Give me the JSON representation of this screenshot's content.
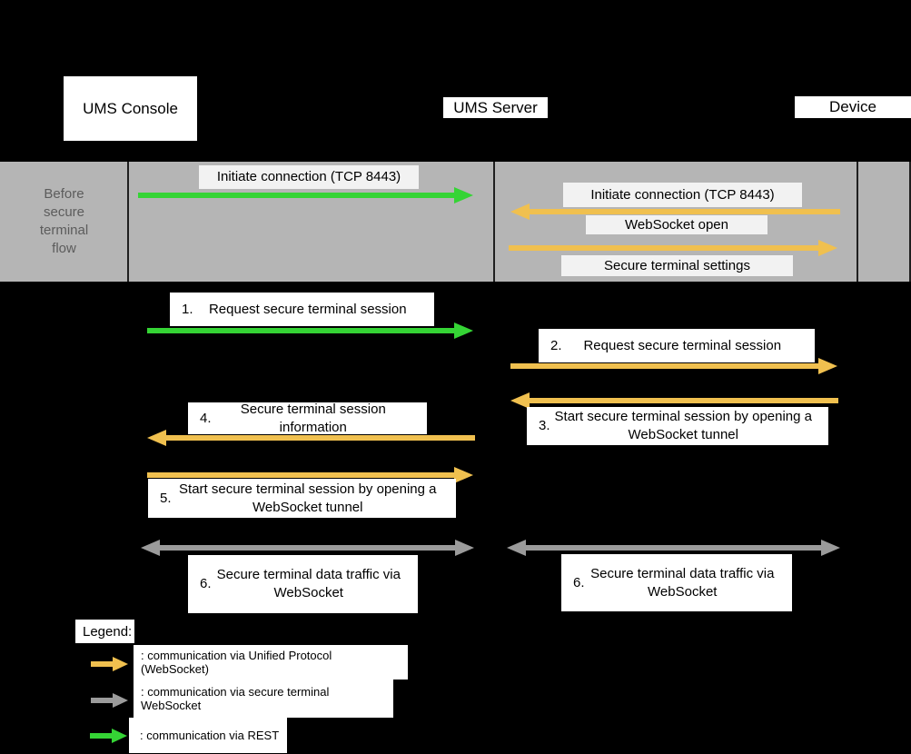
{
  "actors": [
    {
      "label": "UMS Console"
    },
    {
      "label": "UMS Server"
    },
    {
      "label": "Device"
    }
  ],
  "phase_band": {
    "label_lines": [
      "Before",
      "secure",
      "terminal",
      "flow"
    ],
    "label": "Before secure terminal flow",
    "messages": [
      {
        "text": "Initiate connection (TCP 8443)",
        "arrow": "green",
        "direction": "right",
        "from": "UMS Console",
        "to": "UMS Server"
      },
      {
        "text": "Initiate connection (TCP 8443)",
        "arrow": "orange",
        "direction": "left",
        "from": "Device",
        "to": "UMS Server"
      },
      {
        "text": "WebSocket open",
        "arrow": "orange",
        "direction": "right",
        "from": "UMS Server",
        "to": "Device"
      },
      {
        "text": "Secure terminal settings",
        "arrow": "orange",
        "direction": "right",
        "from": "UMS Server",
        "to": "Device"
      }
    ]
  },
  "steps": [
    {
      "num": "1.",
      "text": "Request secure terminal session",
      "arrow": "green",
      "direction": "right",
      "from": "UMS Console",
      "to": "UMS Server"
    },
    {
      "num": "2.",
      "text": "Request secure terminal session",
      "arrow": "orange",
      "direction": "right",
      "from": "UMS Server",
      "to": "Device"
    },
    {
      "num": "3.",
      "text": "Start secure terminal session by opening a WebSocket tunnel",
      "arrow": "orange",
      "direction": "left",
      "from": "Device",
      "to": "UMS Server"
    },
    {
      "num": "4.",
      "text": "Secure terminal session information",
      "arrow": "orange",
      "direction": "left",
      "from": "UMS Server",
      "to": "UMS Console"
    },
    {
      "num": "5.",
      "text": "Start secure terminal session by opening a WebSocket tunnel",
      "arrow": "orange",
      "direction": "right",
      "from": "UMS Console",
      "to": "UMS Server"
    },
    {
      "num": "6.",
      "text": "Secure terminal data traffic via WebSocket",
      "arrow": "gray",
      "direction": "both",
      "from": "UMS Console",
      "to": "UMS Server"
    },
    {
      "num": "6.",
      "text": "Secure terminal data traffic via WebSocket",
      "arrow": "gray",
      "direction": "both",
      "from": "UMS Server",
      "to": "Device"
    }
  ],
  "legend": {
    "title": "Legend:",
    "items": [
      {
        "text": ": communication via Unified Protocol (WebSocket)",
        "arrow": "orange"
      },
      {
        "text": ": communication via secure terminal WebSocket",
        "arrow": "gray"
      },
      {
        "text": ": communication via REST",
        "arrow": "green"
      }
    ]
  },
  "colors": {
    "rest_green": "#35d435",
    "unified_protocol_orange": "#f0c04f",
    "secure_terminal_gray": "#9b9b9b",
    "band_background": "#b5b5b5"
  }
}
